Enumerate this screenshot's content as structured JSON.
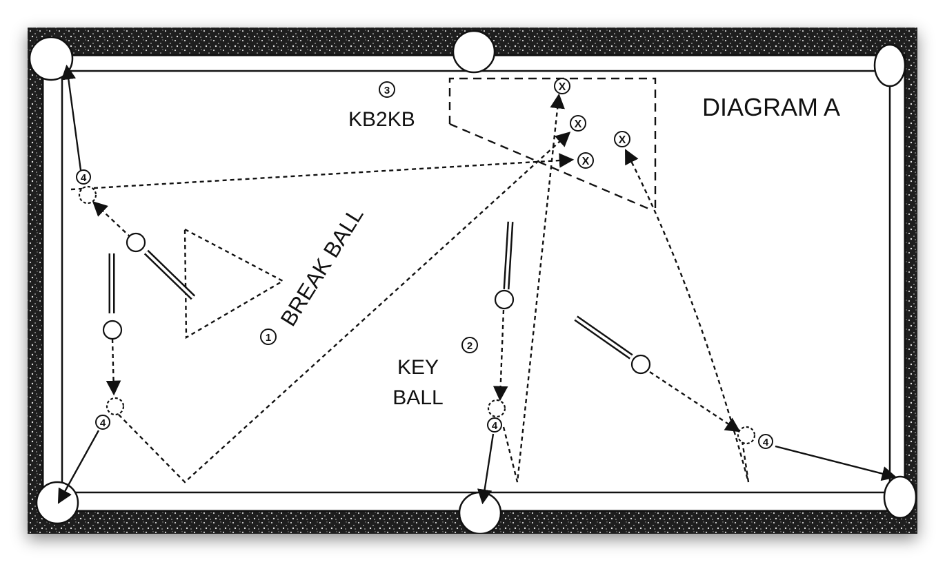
{
  "diagram": {
    "title": "DIAGRAM A",
    "labels": {
      "break_ball": "BREAK BALL",
      "key_ball_line1": "KEY",
      "key_ball_line2": "BALL",
      "kb2kb": "KB2KB"
    },
    "step_numbers": {
      "one": "1",
      "two": "2",
      "three": "3",
      "four": "4"
    },
    "target_mark": "X",
    "colors": {
      "rail": "#2a2a2a",
      "cloth": "#ffffff",
      "ink": "#111111"
    }
  }
}
